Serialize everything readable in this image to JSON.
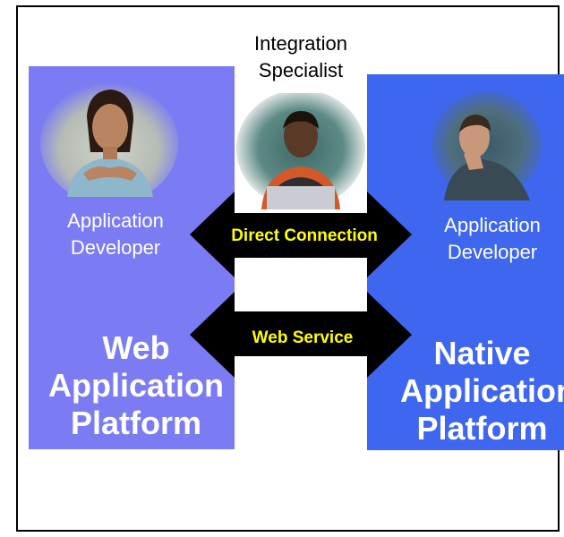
{
  "colors": {
    "web_panel": "#7b7bf3",
    "native_panel": "#3f66ee",
    "arrow_fill": "#000000",
    "arrow_label": "#ffff00",
    "role_text": "#ffffff",
    "title_text": "#000000"
  },
  "integration": {
    "title": "Integration\nSpecialist",
    "portrait_icon": "person-laptop-portrait-icon"
  },
  "web_platform": {
    "role": "Application\nDeveloper",
    "platform": "Web\nApplication\nPlatform",
    "portrait_icon": "woman-portrait-icon"
  },
  "native_platform": {
    "role": "Application\nDeveloper",
    "platform": "Native\nApplication\nPlatform",
    "portrait_icon": "man-portrait-icon"
  },
  "connections": {
    "direct": "Direct Connection",
    "web_service": "Web Service"
  }
}
